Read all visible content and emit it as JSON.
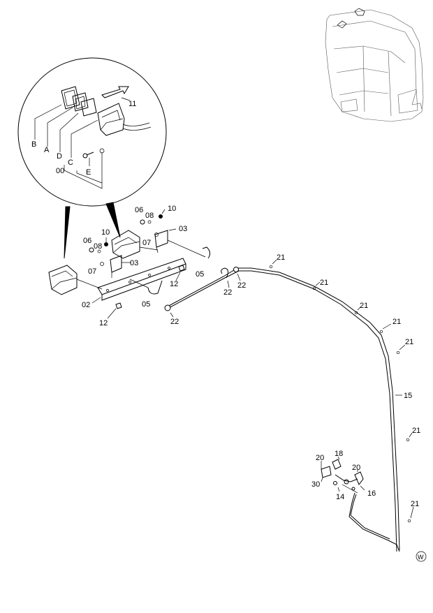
{
  "diagram": {
    "callouts": {
      "c02": "02",
      "c03a": "03",
      "c03b": "03",
      "c05a": "05",
      "c05b": "05",
      "c06a": "06",
      "c06b": "06",
      "c07a": "07",
      "c07b": "07",
      "c08a": "08",
      "c08b": "08",
      "c10a": "10",
      "c10b": "10",
      "c11": "11",
      "c12a": "12",
      "c12b": "12",
      "c14": "14",
      "c15": "15",
      "c16": "16",
      "c18": "18",
      "c20a": "20",
      "c20b": "20",
      "c21a": "21",
      "c21b": "21",
      "c21c": "21",
      "c21d": "21",
      "c21e": "21",
      "c21f": "21",
      "c21g": "21",
      "c22a": "22",
      "c22b": "22",
      "c22c": "22",
      "c30": "30"
    },
    "detail_labels": {
      "B": "B",
      "A": "A",
      "D": "D",
      "C": "C",
      "E": "E",
      "00": "00"
    },
    "watermark": "W"
  }
}
